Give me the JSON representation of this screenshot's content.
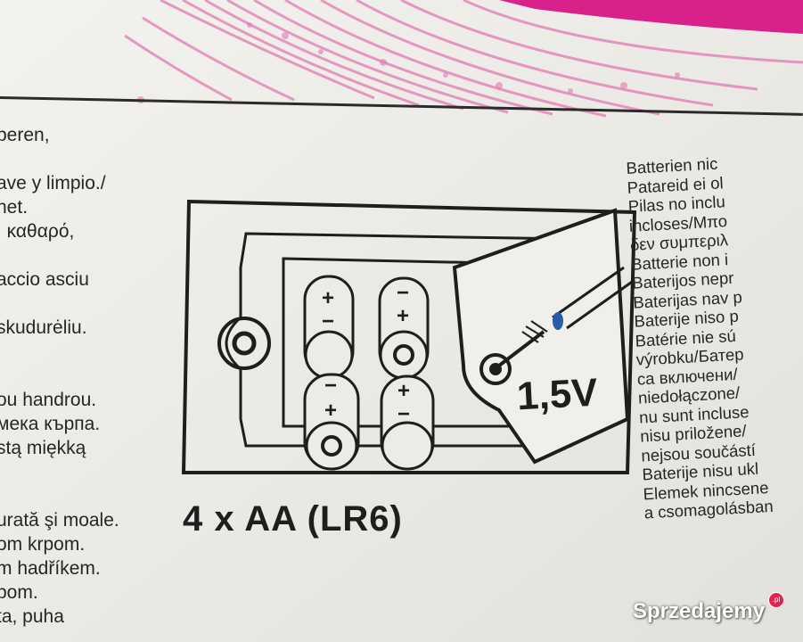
{
  "left_text": [
    "beren,",
    "",
    "ave y limpio./",
    "net.",
    ", καθαρό,",
    "",
    "accio asciu",
    "",
    "skudurėliu.",
    "",
    "",
    "ou handrou.",
    "мека кърпа.",
    "stą miękką",
    "",
    "",
    "urată şi moale.",
    "om krpom.",
    "m hadříkem.",
    "pom.",
    "ta, puha"
  ],
  "right_text": [
    "Batterien nic",
    "Patareid ei ol",
    "Pilas no inclu",
    "incloses/Μπο",
    "δεν συμπεριλ",
    "Batterie non i",
    "Baterijos nepr",
    "Baterijas nav p",
    "Baterije niso p",
    "Batérie nie sú",
    "výrobku/Батер",
    "са включени/",
    "niedołączone/",
    "nu sunt incluse",
    "nisu priložene/",
    "nejsou součástí",
    "Baterije nisu ukl",
    "Elemek nincsene",
    "a csomagolásban"
  ],
  "battery_caption": "4 x AA (LR6)",
  "voltage_label": "1,5V",
  "battery_polarity": {
    "top_left": [
      "+",
      "−"
    ],
    "top_right": [
      "−",
      "+"
    ],
    "bottom_left": [
      "−",
      "+"
    ],
    "bottom_right": [
      "+",
      "−"
    ]
  },
  "watermark": {
    "text": "Sprzedajemy",
    "badge": ".pl"
  },
  "colors": {
    "paper": "#ecebe6",
    "ink": "#262626",
    "pink_pattern": "#e06aa8",
    "magenta_band": "#d8218a"
  }
}
